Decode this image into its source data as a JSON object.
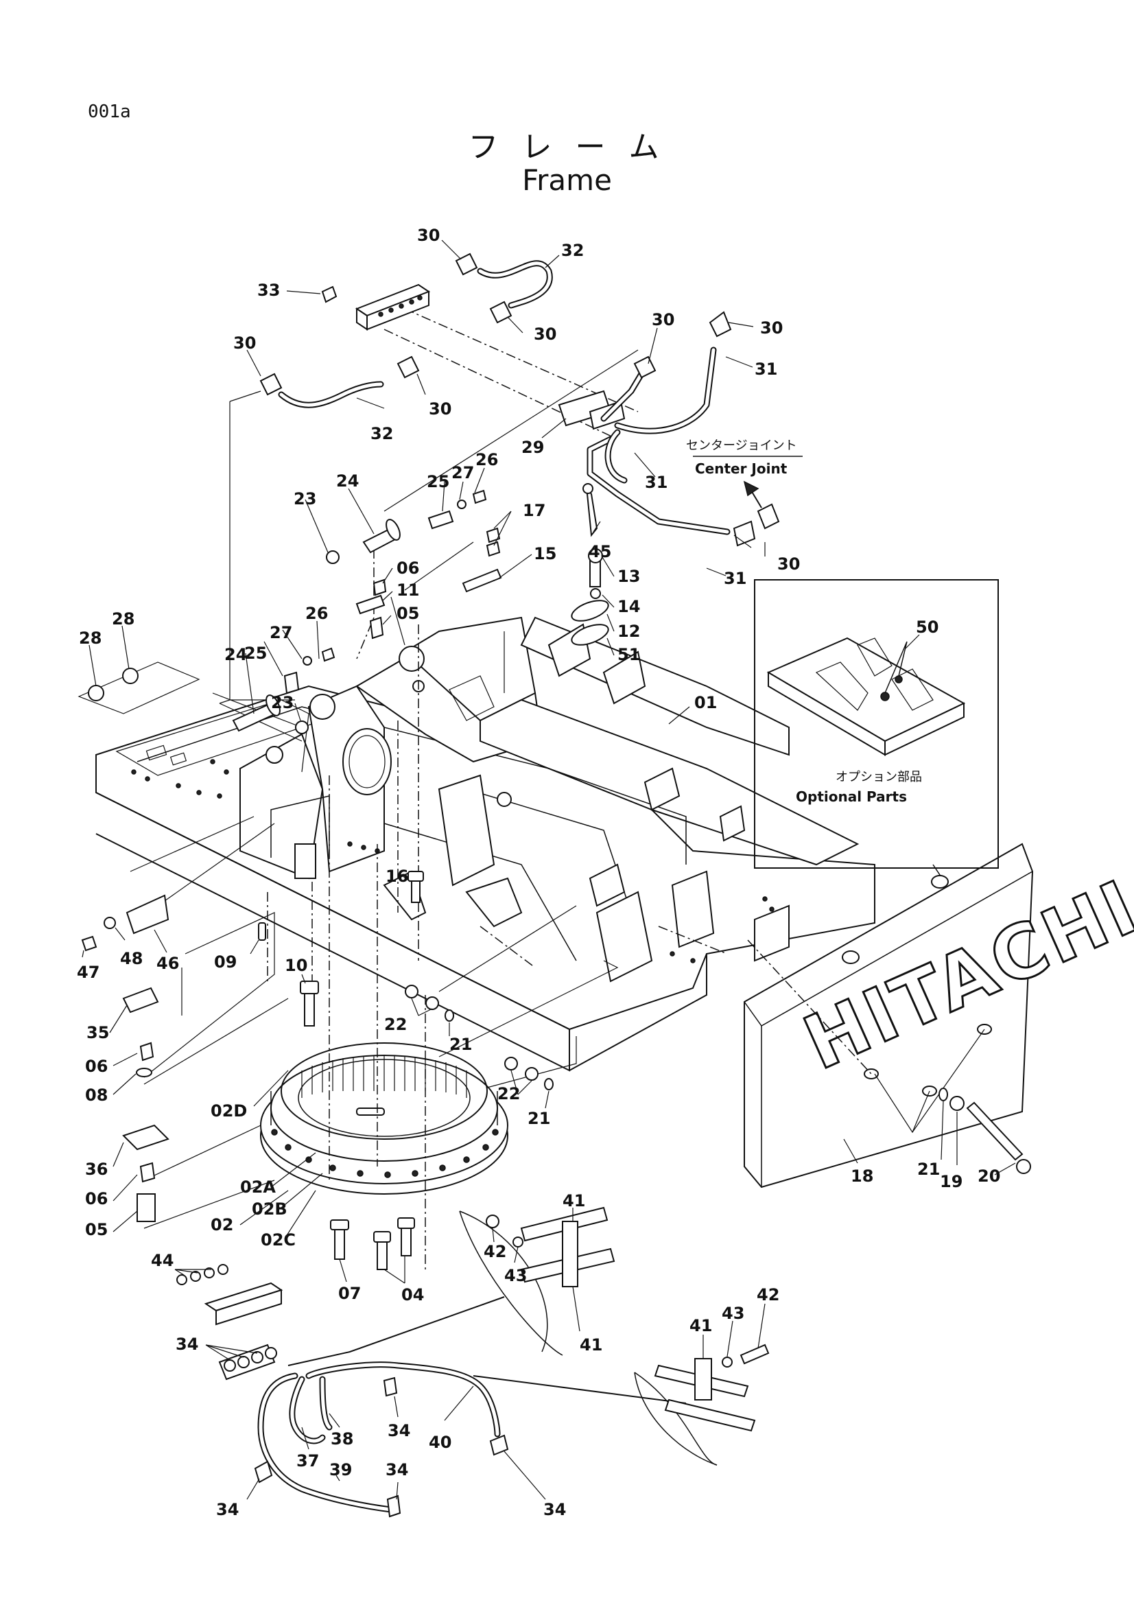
{
  "page_code": "001a",
  "title": {
    "jp": "フ レ ー ム",
    "en": "Frame"
  },
  "notes": {
    "center_joint_jp": "センタージョイント",
    "center_joint_en": "Center Joint",
    "optional_parts_jp": "オプション部品",
    "optional_parts_en": "Optional Parts"
  },
  "logo": "HITACHI",
  "callouts": [
    "30",
    "32",
    "33",
    "30",
    "30",
    "30",
    "31",
    "30",
    "32",
    "30",
    "29",
    "31",
    "31",
    "30",
    "26",
    "27",
    "25",
    "24",
    "23",
    "17",
    "15",
    "45",
    "06",
    "11",
    "05",
    "13",
    "14",
    "12",
    "51",
    "28",
    "28",
    "26",
    "27",
    "25",
    "24",
    "23",
    "01",
    "50",
    "16",
    "47",
    "48",
    "46",
    "09",
    "10",
    "35",
    "06",
    "08",
    "22",
    "21",
    "22",
    "21",
    "02D",
    "36",
    "06",
    "05",
    "02A",
    "02B",
    "02",
    "02C",
    "07",
    "04",
    "41",
    "42",
    "43",
    "41",
    "44",
    "34",
    "41",
    "43",
    "42",
    "38",
    "34",
    "40",
    "37",
    "39",
    "34",
    "34",
    "34",
    "18",
    "21",
    "19",
    "20"
  ]
}
